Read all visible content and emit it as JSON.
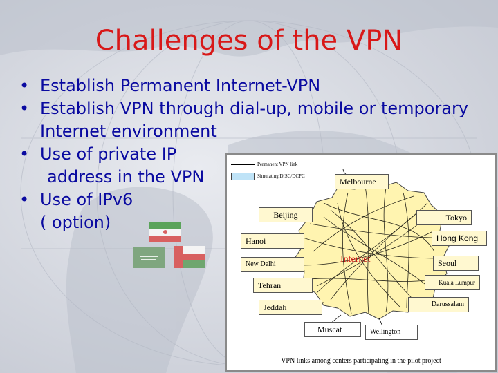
{
  "slide": {
    "title": "Challenges of the VPN",
    "bullets": [
      {
        "marker": "•",
        "lines": [
          "Establish Permanent Internet-VPN"
        ]
      },
      {
        "marker": "•",
        "lines": [
          "Establish VPN through dial-up, mobile or temporary",
          "Internet environment"
        ]
      },
      {
        "marker": "•",
        "lines": [
          "Use of private IP",
          " address in the VPN"
        ]
      },
      {
        "marker": "•",
        "lines": [
          "Use of IPv6",
          "( option)"
        ]
      }
    ]
  },
  "diagram": {
    "legend": {
      "permanent_link": "Permanent VPN link",
      "simulating": "Simulating DISC/DCPC"
    },
    "nodes": {
      "melbourne": "Melbourne",
      "beijing": "Beijing",
      "tokyo": "Tokyo",
      "hanoi": "Hanoi",
      "hong_kong": "Hong Kong",
      "new_delhi": "New Delhi",
      "seoul": "Seoul",
      "tehran": "Tehran",
      "kuala_lumpur": "Kuala Lumpur",
      "jeddah": "Jeddah",
      "darussalam": "Darussalam",
      "muscat": "Muscat",
      "wellington": "Wellington"
    },
    "internet_label": "Internet",
    "caption": "VPN links among centers participating in the pilot project"
  },
  "colors": {
    "title": "#d81818",
    "bullet_text": "#0a0aa0",
    "node_fill": "#fff8d0",
    "internet_fill": "#fff4b0",
    "legend_box": "#bfe3f7"
  }
}
